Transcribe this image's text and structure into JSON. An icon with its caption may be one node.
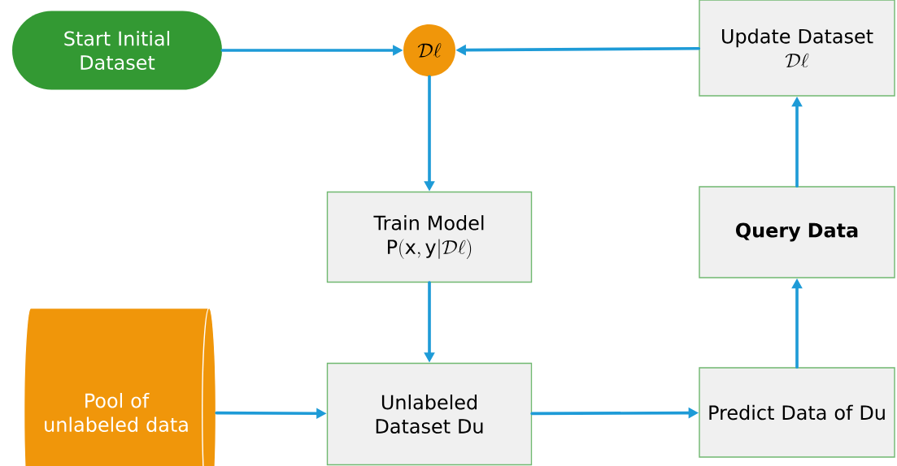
{
  "diagram": {
    "nodes": [
      {
        "text": [
          "Start Initial Dataset"
        ]
      },
      {
        "text": [
          "\\mathcal{D}\\ell"
        ]
      },
      {
        "text": [
          "Update Dataset",
          "\\mathcal{D}\\ell"
        ]
      },
      {
        "text": [
          "Train Model",
          "\\mathrm{P}(\\mathrm{x},\\mathrm{y}|\\mathcal{D}\\ell)"
        ]
      },
      {
        "text": [
          "Query Data"
        ]
      },
      {
        "text": [
          "Pool of unlabeled data"
        ]
      },
      {
        "text": [
          "Unlabeled Dataset Du"
        ]
      },
      {
        "text": [
          "Predict Data of Du"
        ]
      }
    ],
    "edges": [
      {
        "from": 0,
        "to": 1,
        "arrow": "to"
      },
      {
        "from": 2,
        "to": 1,
        "arrow": "to"
      },
      {
        "from": 1,
        "to": 3,
        "arrow": "to"
      },
      {
        "from": 3,
        "to": 6,
        "arrow": "to"
      },
      {
        "from": 5,
        "to": 6,
        "arrow": "to"
      },
      {
        "from": 6,
        "to": 7,
        "arrow": "to"
      },
      {
        "from": 7,
        "to": 4,
        "arrow": "to"
      },
      {
        "from": 4,
        "to": 2,
        "arrow": "to"
      }
    ]
  }
}
